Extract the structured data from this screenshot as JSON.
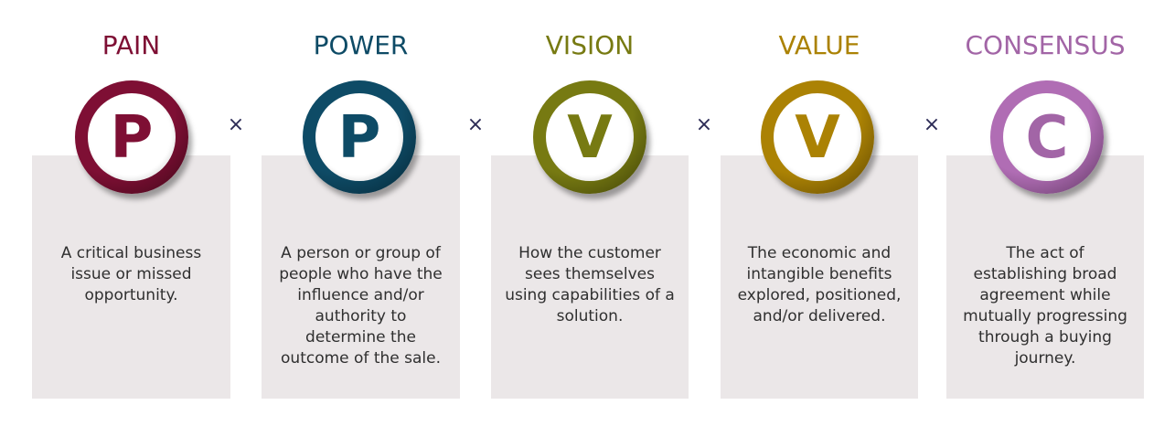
{
  "diagram": {
    "operator_symbol": "×",
    "items": [
      {
        "title": "PAIN",
        "letter": "P",
        "color": "#7e0f34",
        "ring_dark": "#3d0718",
        "description_lines": [
          "A critical business",
          "issue or missed",
          "opportunity."
        ]
      },
      {
        "title": "POWER",
        "letter": "P",
        "color": "#0e4b66",
        "ring_dark": "#062634",
        "description_lines": [
          "A person or group of",
          "people who have the",
          "influence and/or",
          "authority to",
          "determine the",
          "outcome of the sale."
        ]
      },
      {
        "title": "VISION",
        "letter": "V",
        "color": "#777a12",
        "ring_dark": "#3b3d06",
        "description_lines": [
          "How the customer",
          "sees themselves",
          "using capabilities of a",
          "solution."
        ]
      },
      {
        "title": "VALUE",
        "letter": "V",
        "color": "#ab8204",
        "ring_dark": "#5a4402",
        "description_lines": [
          "The economic and",
          "intangible benefits",
          "explored, positioned,",
          "and/or delivered."
        ]
      },
      {
        "title": "CONSENSUS",
        "letter": "C",
        "color": "#a265a6",
        "ring_dark": "#5c355f",
        "description_lines": [
          "The act of",
          "establishing broad",
          "agreement while",
          "mutually progressing",
          "through a buying",
          "journey."
        ]
      }
    ]
  }
}
